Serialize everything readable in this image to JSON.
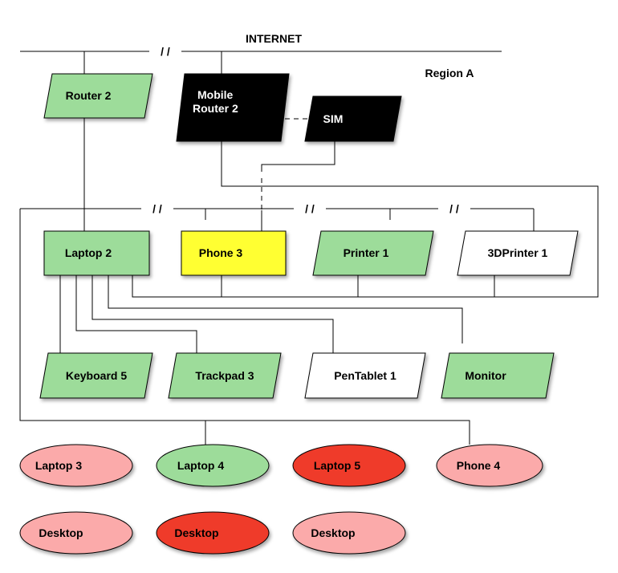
{
  "header": {
    "title": "INTERNET",
    "region": "Region A"
  },
  "break_mark": "/ /",
  "colors": {
    "green": "#9ddc9a",
    "black": "#000000",
    "yellow": "#ffff33",
    "white": "#ffffff",
    "pink": "#fbaaaa",
    "red": "#ef3a2c"
  },
  "nodes": {
    "router2": {
      "label": "Router 2",
      "fill": "green"
    },
    "mobile_router2": {
      "line1": "Mobile",
      "line2": "Router 2",
      "fill": "black"
    },
    "sim": {
      "label": "SIM",
      "fill": "black"
    },
    "laptop2": {
      "label": "Laptop 2",
      "fill": "green"
    },
    "phone3": {
      "label": "Phone 3",
      "fill": "yellow"
    },
    "printer1": {
      "label": "Printer 1",
      "fill": "green"
    },
    "printer3d1": {
      "label": "3DPrinter 1",
      "fill": "white"
    },
    "keyboard5": {
      "label": "Keyboard 5",
      "fill": "green"
    },
    "trackpad3": {
      "label": "Trackpad 3",
      "fill": "green"
    },
    "pentablet1": {
      "label": "PenTablet 1",
      "fill": "white"
    },
    "monitor": {
      "label": "Monitor",
      "fill": "green"
    },
    "laptop3": {
      "label": "Laptop 3",
      "fill": "pink"
    },
    "laptop4": {
      "label": "Laptop 4",
      "fill": "green"
    },
    "laptop5": {
      "label": "Laptop 5",
      "fill": "red"
    },
    "phone4": {
      "label": "Phone 4",
      "fill": "pink"
    },
    "desktop1": {
      "label": "Desktop",
      "fill": "pink"
    },
    "desktop2": {
      "label": "Desktop",
      "fill": "red"
    },
    "desktop3": {
      "label": "Desktop",
      "fill": "pink"
    }
  }
}
